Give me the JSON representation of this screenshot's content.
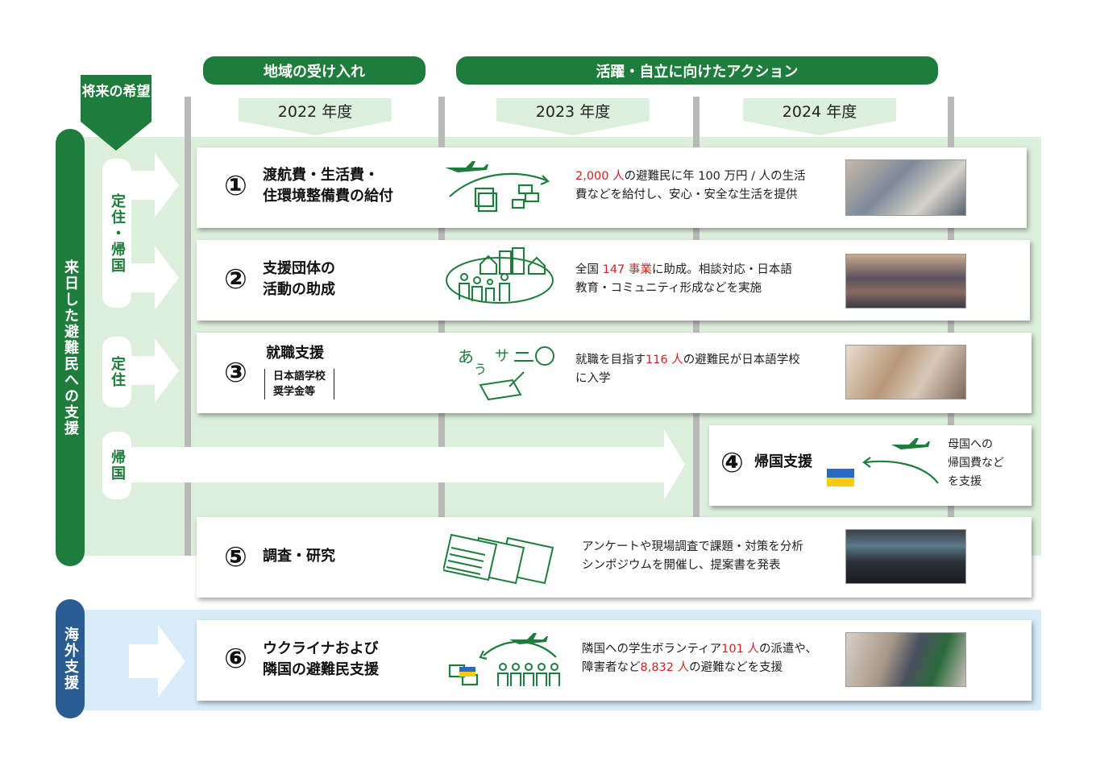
{
  "headers": {
    "local": "地域の受け入れ",
    "action": "活躍・自立に向けたアクション",
    "future": "将来の希望"
  },
  "years": [
    "2022 年度",
    "2023 年度",
    "2024 年度"
  ],
  "side_labels": {
    "domestic": "来日した避難民への支援",
    "overseas": "海外支援"
  },
  "hopes": {
    "settle_return": "定住・帰国",
    "settle": "定住",
    "return": "帰国"
  },
  "programs": [
    {
      "num": "①",
      "title1": "渡航費・生活費・",
      "title2": "住環境整備費の給付",
      "desc": {
        "red1": "2,000 人",
        "t1": "の避難民に年 100 万円 / 人の生活",
        "t2": "費などを給付し、安心・安全な生活を提供"
      }
    },
    {
      "num": "②",
      "title1": "支援団体の",
      "title2": "活動の助成",
      "desc": {
        "t0": "全国 ",
        "red1": "147 事業",
        "t1": "に助成。相談対応・日本語",
        "t2": "教育・コミュニティ形成などを実施"
      }
    },
    {
      "num": "③",
      "title1": "就職支援",
      "sub1": "日本語学校",
      "sub2": "奨学金等",
      "desc": {
        "t0": "就職を目指す",
        "red1": "116 人",
        "t1": "の避難民が日本語学校",
        "t2": "に入学"
      }
    },
    {
      "num": "④",
      "title1": "帰国支援",
      "desc": {
        "t1": "母国への",
        "t2": "帰国費など",
        "t3": "を支援"
      }
    },
    {
      "num": "⑤",
      "title1": "調査・研究",
      "desc": {
        "t1": "アンケートや現場調査で課題・対策を分析",
        "t2": "シンポジウムを開催し、提案書を発表"
      }
    },
    {
      "num": "⑥",
      "title1": "ウクライナおよび",
      "title2": "隣国の避難民支援",
      "desc": {
        "t0": "隣国への学生ボランティア",
        "red1": "101 人",
        "t1": "の派遣や、",
        "t2": "障害者など",
        "red2": "8,832 人",
        "t3": "の避難などを支援"
      }
    }
  ],
  "icons": [
    "airplane-money-icon",
    "community-houses-icon",
    "japanese-study-icon",
    "return-airplane-icon",
    "documents-icon",
    "overseas-aid-icon",
    "ukraine-flag-icon"
  ],
  "colors": {
    "green": "#1e7d3c",
    "blue": "#2a5c91",
    "red": "#d42020",
    "light_green": "#dcefdb",
    "light_blue": "#d7ecf8"
  }
}
